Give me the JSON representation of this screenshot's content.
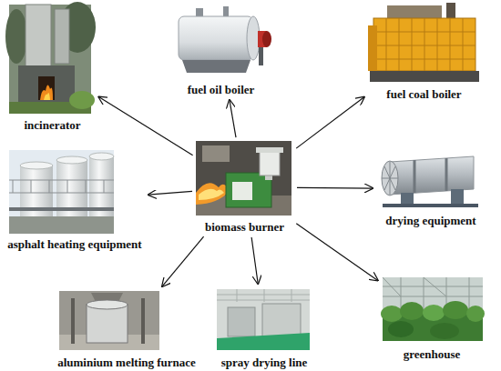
{
  "diagram": {
    "nodes": [
      {
        "text": [
          "incinerator"
        ]
      },
      {
        "text": [
          "fuel oil boiler"
        ]
      },
      {
        "text": [
          "fuel coal boiler"
        ]
      },
      {
        "text": [
          "asphalt heating equipment"
        ]
      },
      {
        "text": [
          "biomass burner"
        ]
      },
      {
        "text": [
          "drying equipment"
        ]
      },
      {
        "text": [
          "aluminium melting furnace"
        ]
      },
      {
        "text": [
          "spray drying line"
        ]
      },
      {
        "text": [
          "greenhouse"
        ]
      }
    ],
    "edges": [
      {
        "from": 4,
        "to": 0,
        "arrow": "to"
      },
      {
        "from": 4,
        "to": 1,
        "arrow": "to"
      },
      {
        "from": 4,
        "to": 2,
        "arrow": "to"
      },
      {
        "from": 4,
        "to": 3,
        "arrow": "to"
      },
      {
        "from": 4,
        "to": 5,
        "arrow": "to"
      },
      {
        "from": 4,
        "to": 6,
        "arrow": "to"
      },
      {
        "from": 4,
        "to": 7,
        "arrow": "to"
      },
      {
        "from": 4,
        "to": 8,
        "arrow": "to"
      }
    ]
  }
}
